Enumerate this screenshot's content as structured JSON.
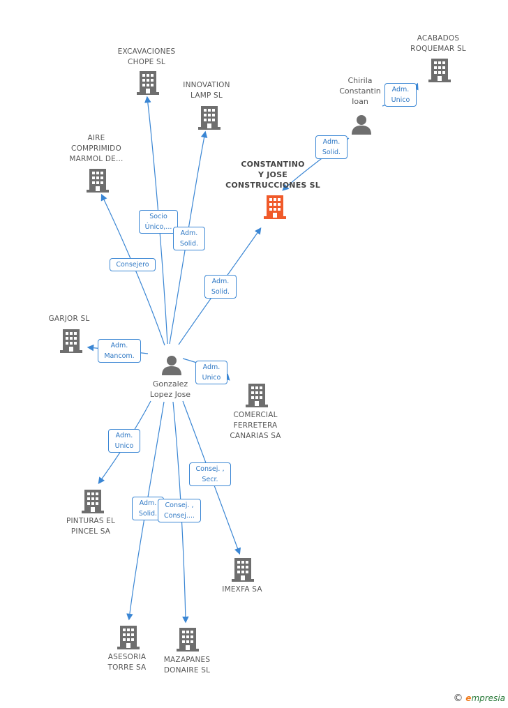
{
  "nodes": {
    "excavaciones": "EXCAVACIONES\nCHOPE SL",
    "innovation": "INNOVATION\nLAMP SL",
    "aire": "AIRE\nCOMPRIMIDO\nMARMOL DE...",
    "constantino": "CONSTANTINO\nY JOSE\nCONSTRUCCIONES SL",
    "acabados": "ACABADOS\nROQUEMAR SL",
    "garjor": "GARJOR SL",
    "comercial": "COMERCIAL\nFERRETERA\nCANARIAS SA",
    "pinturas": "PINTURAS EL\nPINCEL SA",
    "imexfa": "IMEXFA SA",
    "asesoria": "ASESORIA\nTORRE SA",
    "mazapanes": "MAZAPANES\nDONAIRE SL"
  },
  "persons": {
    "gonzalez": "Gonzalez\nLopez Jose",
    "chirila": "Chirila\nConstantin\nIoan"
  },
  "edges": {
    "socio": "Socio\nÚnico,...",
    "adm_solid_innov": "Adm.\nSolid.",
    "consejero": "Consejero",
    "adm_solid_const": "Adm.\nSolid.",
    "adm_mancom": "Adm.\nMancom.",
    "adm_unico_com": "Adm.\nUnico",
    "adm_unico_pint": "Adm.\nUnico",
    "consej_secr": "Consej. ,\nSecr.",
    "adm_solid_ases": "Adm.\nSolid.",
    "consej_consej": "Consej. ,\nConsej....",
    "adm_solid_chirila": "Adm.\nSolid.",
    "adm_unico_acab": "Adm.\nUnico"
  },
  "colors": {
    "building": "#6e6e6e",
    "focus_building": "#f05a2a",
    "edge": "#3a86d4"
  },
  "icons": {
    "building": "building-icon",
    "person": "person-icon"
  },
  "brand": {
    "copyright": "©",
    "e": "e",
    "rest": "mpresia"
  }
}
